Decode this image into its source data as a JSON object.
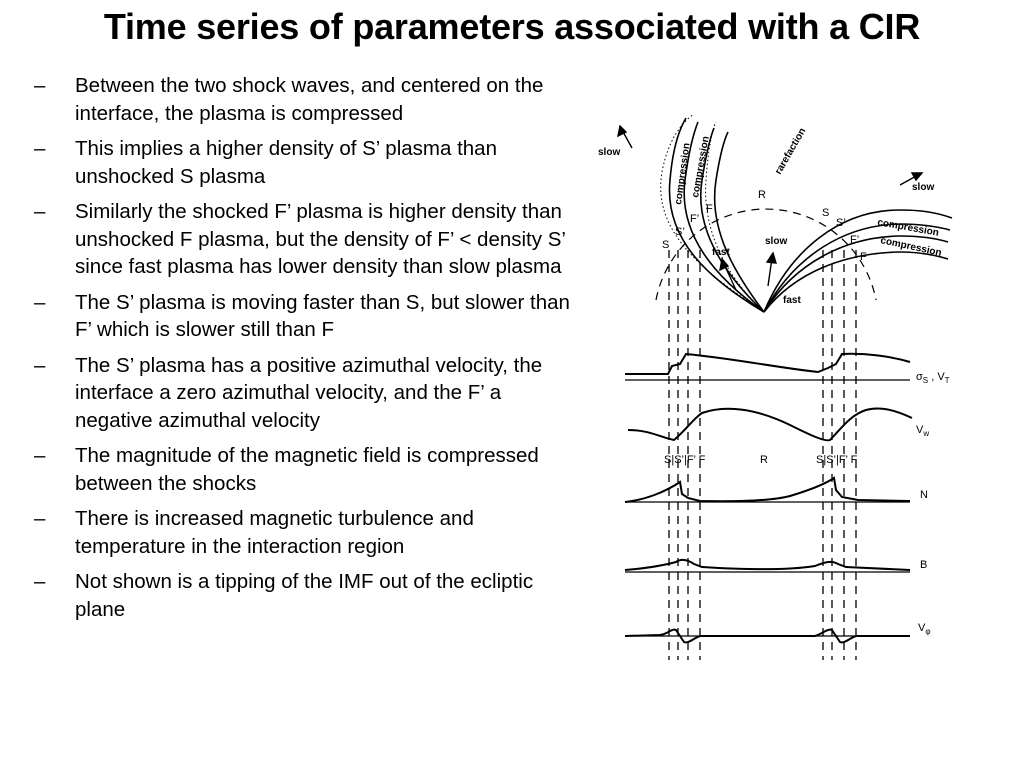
{
  "title": "Time series of parameters associated with a CIR",
  "bullets": [
    "Between the two shock waves, and centered on the interface, the plasma is compressed",
    "This implies a higher density of S’ plasma than unshocked S plasma",
    "Similarly the shocked F’ plasma is higher density than unshocked F plasma, but the density of F’ < density S’ since fast plasma has lower density than slow plasma",
    "The S’ plasma is moving faster than S, but slower than F’ which is slower still than F",
    "The S’ plasma has a positive azimuthal velocity, the interface a zero azimuthal velocity, and the F’ a negative azimuthal velocity",
    "The magnitude of the magnetic field is compressed between the shocks",
    "There is increased magnetic turbulence and temperature in the interaction region",
    "Not shown is a tipping of the IMF out of the ecliptic plane"
  ],
  "bullet_marker": "–",
  "diagram": {
    "top_labels": {
      "slow_left": "slow",
      "compression_a": "compression",
      "compression_b": "compression",
      "rarefaction": "rarefaction",
      "R": "R",
      "S_left": "S",
      "S_prime_left": "S’",
      "F_prime_left": "F’",
      "F_left": "F",
      "fast_inner": "fast",
      "slow_inner": "slow",
      "fast_bottom": "fast",
      "slow_right": "slow",
      "S_right": "S",
      "S_prime_right": "S’",
      "F_prime_right": "F’",
      "F_right": "F",
      "compression_r1": "compression",
      "compression_r2": "compression"
    },
    "panel_labels": {
      "sigma": "σ",
      "sigma_sub": "S",
      "sigma_sep": " , ",
      "vt": "V",
      "vt_sub": "T",
      "vw": "V",
      "vw_sub": "w",
      "n": "N",
      "b": "B",
      "vphi": "V",
      "vphi_sub": "φ"
    },
    "region_row_left": "S|S’|F’ F",
    "region_row_mid": "R",
    "region_row_right": "S|S’|F’ F"
  }
}
